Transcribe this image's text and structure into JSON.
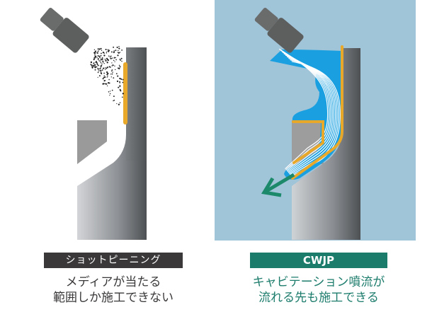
{
  "left": {
    "badge": "ショットピーニング",
    "caption_line1": "メディアが当たる",
    "caption_line2": "範囲しか施工できない"
  },
  "right": {
    "badge": "CWJP",
    "caption_line1": "キャビテーション噴流が",
    "caption_line2": "流れる先も施工できる"
  },
  "colors": {
    "left_badge_bg": "#3a3838",
    "right_badge_bg": "#1c7c6c",
    "right_panel_bg": "#a0c4d8",
    "treated_surface": "#e8a82a",
    "water_jet": "#1aa0e0",
    "arrow": "#1c8a6a",
    "nozzle": "#5f6060"
  }
}
